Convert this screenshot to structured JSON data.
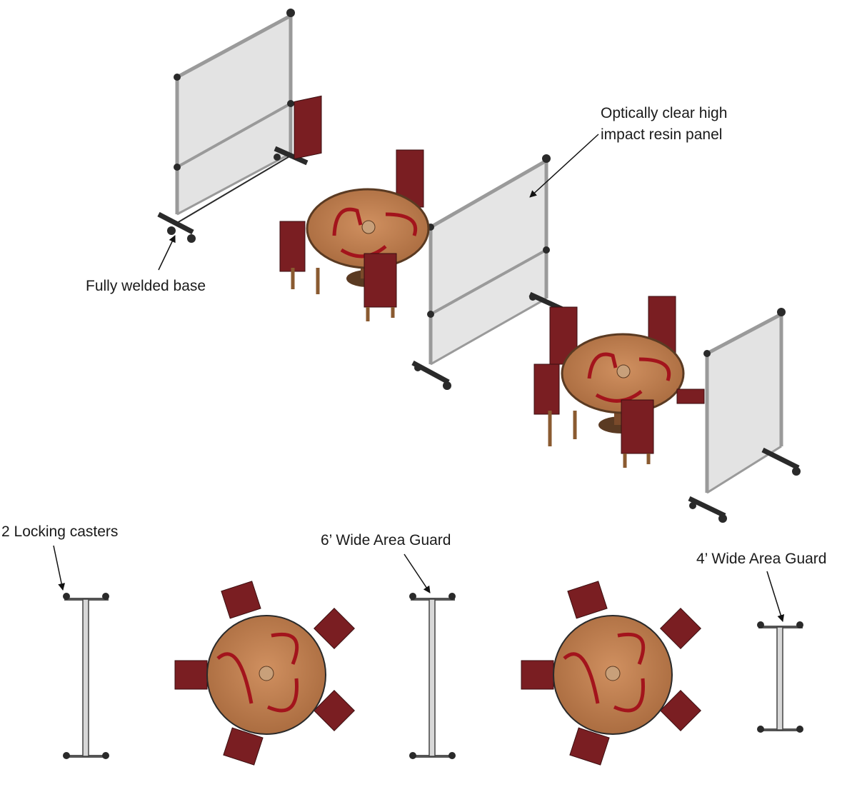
{
  "callouts": {
    "resin_panel_line1": "Optically clear high",
    "resin_panel_line2": "impact resin panel",
    "welded_base": "Fully welded base",
    "locking_casters": "2 Locking casters",
    "guard_6ft": "6’ Wide Area Guard",
    "guard_4ft": "4’ Wide Area Guard"
  },
  "colors": {
    "panel_fill": "#e3e3e3",
    "frame": "#9a9a9a",
    "frame_dark": "#2a2a2a",
    "chair": "#7a1e22",
    "chair_wood": "#8a5a30",
    "table_top": "#b9794a",
    "table_edge": "#5a3a22",
    "inlay": "#a3141c"
  },
  "icons": {
    "arrow": "arrow-icon",
    "caster": "caster-icon"
  }
}
